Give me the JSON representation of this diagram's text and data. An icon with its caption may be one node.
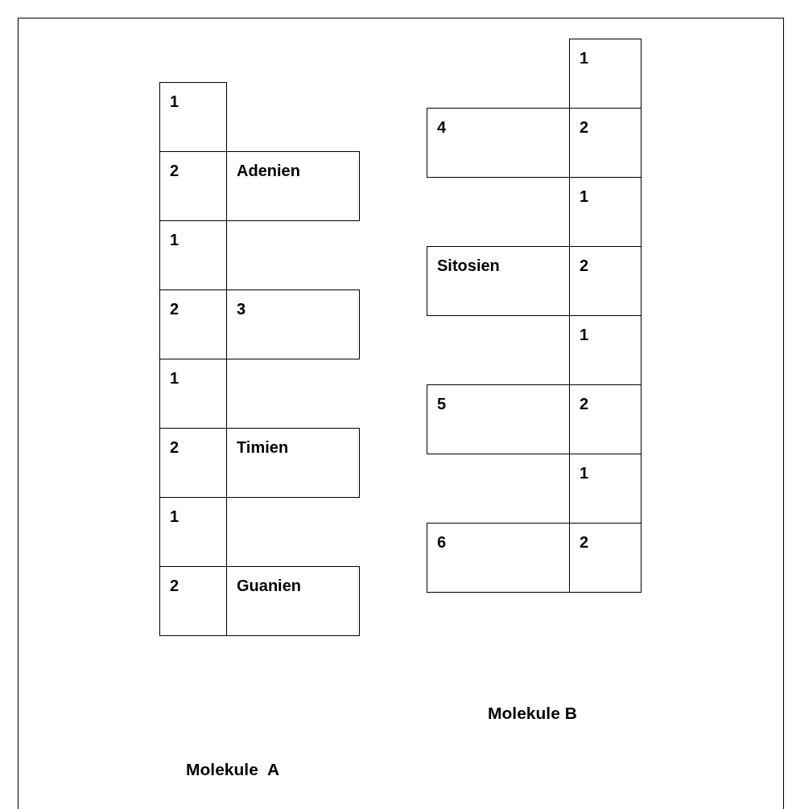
{
  "diagram": {
    "nodes": [
      {
        "text": [
          "1"
        ]
      },
      {
        "text": [
          "2"
        ]
      },
      {
        "text": [
          "Adenien"
        ]
      },
      {
        "text": [
          "1"
        ]
      },
      {
        "text": [
          "2"
        ]
      },
      {
        "text": [
          "3"
        ]
      },
      {
        "text": [
          "1"
        ]
      },
      {
        "text": [
          "2"
        ]
      },
      {
        "text": [
          "Timien"
        ]
      },
      {
        "text": [
          "1"
        ]
      },
      {
        "text": [
          "2"
        ]
      },
      {
        "text": [
          "Guanien"
        ]
      },
      {
        "text": [
          "1"
        ]
      },
      {
        "text": [
          "4"
        ]
      },
      {
        "text": [
          "2"
        ]
      },
      {
        "text": [
          "1"
        ]
      },
      {
        "text": [
          "Sitosien"
        ]
      },
      {
        "text": [
          "2"
        ]
      },
      {
        "text": [
          "1"
        ]
      },
      {
        "text": [
          "5"
        ]
      },
      {
        "text": [
          "2"
        ]
      },
      {
        "text": [
          "1"
        ]
      },
      {
        "text": [
          "6"
        ]
      },
      {
        "text": [
          "2"
        ]
      }
    ],
    "labels": [
      "Molekule B",
      "Molekule A"
    ]
  }
}
